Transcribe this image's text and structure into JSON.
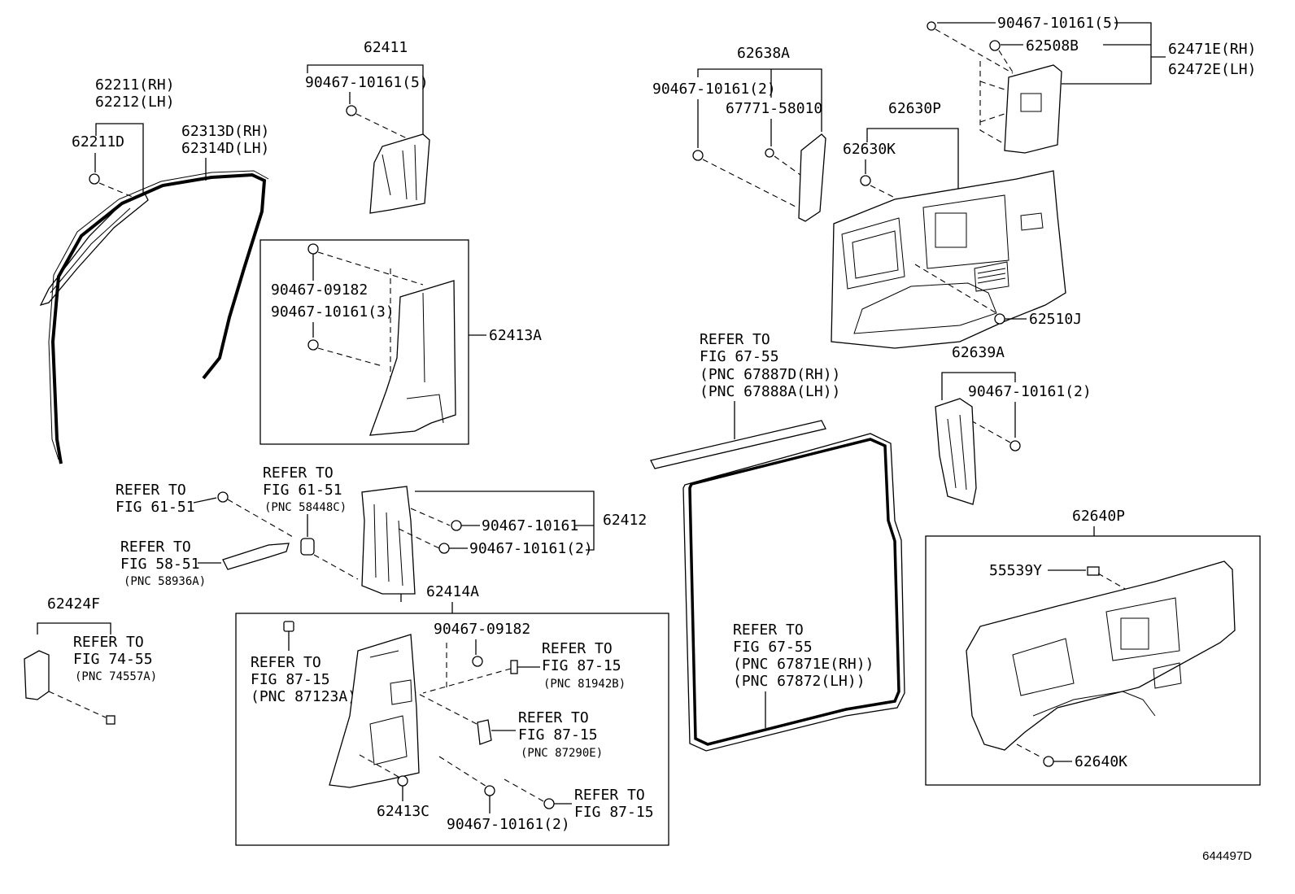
{
  "labels": {
    "p62211_rh": "62211(RH)",
    "p62212_lh": "62212(LH)",
    "p62211d": "62211D",
    "p62313d_rh": "62313D(RH)",
    "p62314d_lh": "62314D(LH)",
    "p62411": "62411",
    "c_62411": "90467-10161(5)",
    "c_62413a_a": "90467-09182",
    "c_62413a_b": "90467-10161(3)",
    "p62413a": "62413A",
    "ref_61_51_a1": "REFER TO",
    "ref_61_51_a2": "FIG 61-51",
    "ref_61_51_b1": "REFER TO",
    "ref_61_51_b2": "FIG 61-51",
    "pnc_58448c": "(PNC 58448C)",
    "ref_58_51_1": "REFER TO",
    "ref_58_51_2": "FIG 58-51",
    "pnc_58936a": "(PNC 58936A)",
    "c_62412_a": "90467-10161",
    "c_62412_b": "90467-10161(2)",
    "p62412": "62412",
    "p62424f": "62424F",
    "ref_74_55_1": "REFER TO",
    "ref_74_55_2": "FIG 74-55",
    "pnc_74557a": "(PNC 74557A)",
    "p62414a": "62414A",
    "ref_87_15_a1": "REFER TO",
    "ref_87_15_a2": "FIG 87-15",
    "pnc_87123a": "(PNC 87123A)",
    "c_62414a_top": "90467-09182",
    "ref_87_15_b1": "REFER TO",
    "ref_87_15_b2": "FIG 87-15",
    "pnc_81942b": "(PNC 81942B)",
    "ref_87_15_c1": "REFER TO",
    "ref_87_15_c2": "FIG 87-15",
    "pnc_87290e": "(PNC 87290E)",
    "ref_87_15_d1": "REFER TO",
    "ref_87_15_d2": "FIG 87-15",
    "p62413c": "62413C",
    "c_62414a_bot": "90467-10161(2)",
    "p62638a": "62638A",
    "c_62638a_a": "90467-10161(2)",
    "c_62638a_b": "67771-58010",
    "c_62471_top": "90467-10161(5)",
    "p62508b": "62508B",
    "p62471e_rh": "62471E(RH)",
    "p62472e_lh": "62472E(LH)",
    "p62630p": "62630P",
    "p62630k": "62630K",
    "p62510j": "62510J",
    "ref_67_55_a1": "REFER TO",
    "ref_67_55_a2": "FIG 67-55",
    "pnc_67887d": "(PNC 67887D(RH))",
    "pnc_67888a": "(PNC 67888A(LH))",
    "p62639a": "62639A",
    "c_62639a": "90467-10161(2)",
    "ref_67_55_b1": "REFER TO",
    "ref_67_55_b2": "FIG 67-55",
    "pnc_67871e": "(PNC 67871E(RH))",
    "pnc_67872": "(PNC 67872(LH))",
    "p62640p": "62640P",
    "p55539y": "55539Y",
    "p62640k": "62640K"
  },
  "caption": "644497D"
}
